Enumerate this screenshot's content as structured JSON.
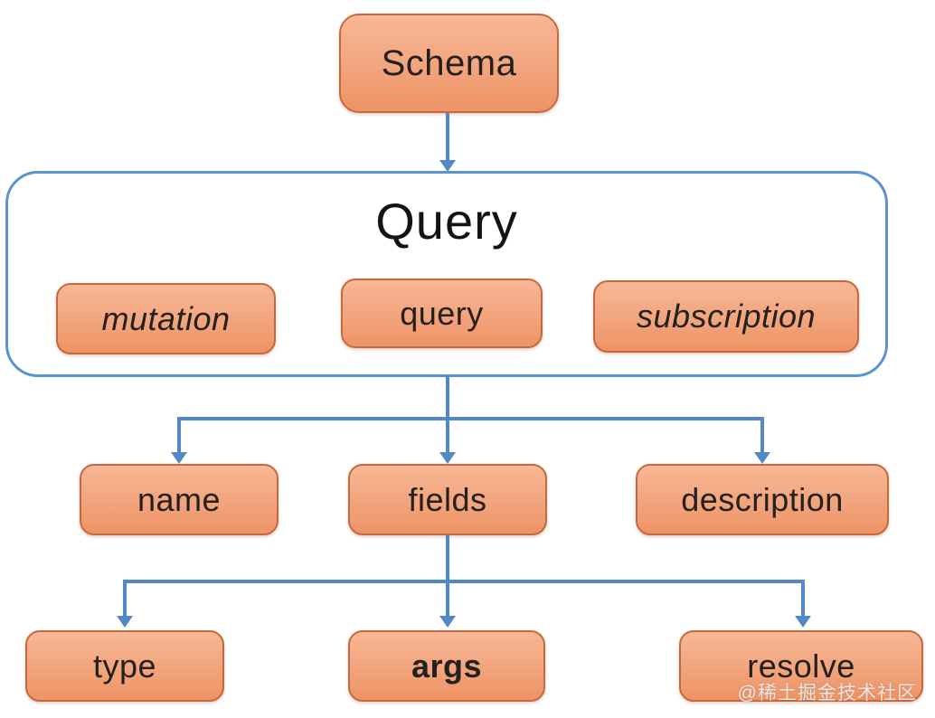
{
  "diagram": {
    "root": {
      "label": "Schema"
    },
    "group": {
      "title": "Query",
      "children": [
        {
          "label": "mutation",
          "style": "italic"
        },
        {
          "label": "query",
          "style": "normal"
        },
        {
          "label": "subscription",
          "style": "italic"
        }
      ]
    },
    "level2": [
      {
        "label": "name"
      },
      {
        "label": "fields"
      },
      {
        "label": "description"
      }
    ],
    "level3": [
      {
        "label": "type"
      },
      {
        "label": "args"
      },
      {
        "label": "resolve"
      }
    ],
    "watermark": "@稀土掘金技术社区",
    "colors": {
      "node_fill_top": "#f7b795",
      "node_fill_bottom": "#ee9365",
      "node_border": "#c8683f",
      "group_border": "#5b93cd",
      "connector": "#5288c6",
      "text": "#24201d",
      "background": "#ffffff"
    }
  }
}
